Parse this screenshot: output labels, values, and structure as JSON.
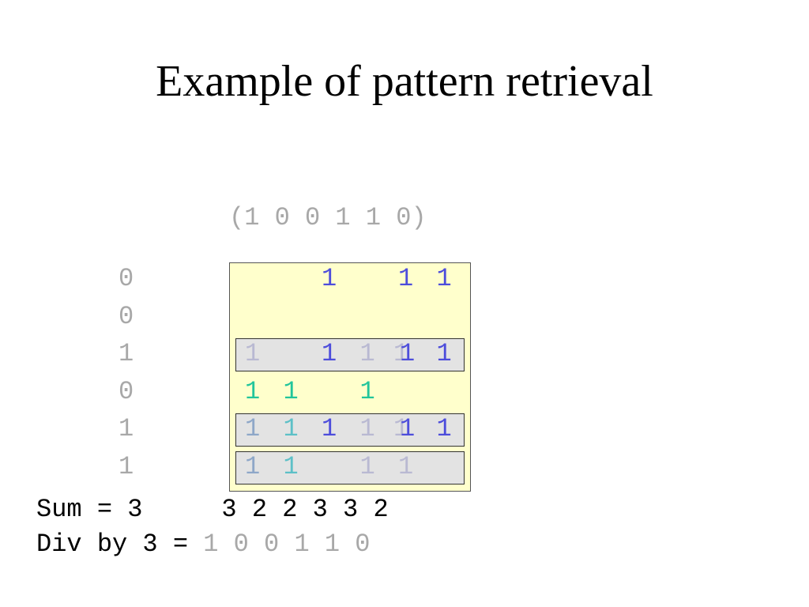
{
  "title": "Example of pattern retrieval",
  "input_vector": "(1 0 0 1 1 0)",
  "left_vector": [
    "0",
    "0",
    "1",
    "0",
    "1",
    "1"
  ],
  "matrix_cells": [
    {
      "row": 0,
      "col": 2,
      "text": "1",
      "tone": "blue"
    },
    {
      "row": 0,
      "col": 4,
      "text": "1",
      "tone": "blue"
    },
    {
      "row": 0,
      "col": 5,
      "text": "1",
      "tone": "blue"
    },
    {
      "row": 2,
      "col": 0,
      "text": "1",
      "tone": "gray"
    },
    {
      "row": 2,
      "col": 2,
      "text": "1",
      "tone": "blue"
    },
    {
      "row": 2,
      "col": 3,
      "text": "1",
      "tone": "gray"
    },
    {
      "row": 2,
      "col": 4,
      "text": "1",
      "tone": "overlap"
    },
    {
      "row": 2,
      "col": 5,
      "text": "1",
      "tone": "blue"
    },
    {
      "row": 3,
      "col": 0,
      "text": "1",
      "tone": "green"
    },
    {
      "row": 3,
      "col": 1,
      "text": "1",
      "tone": "green"
    },
    {
      "row": 3,
      "col": 3,
      "text": "1",
      "tone": "green"
    },
    {
      "row": 4,
      "col": 0,
      "text": "1",
      "tone": "graybl"
    },
    {
      "row": 4,
      "col": 1,
      "text": "1",
      "tone": "teal"
    },
    {
      "row": 4,
      "col": 2,
      "text": "1",
      "tone": "blue"
    },
    {
      "row": 4,
      "col": 3,
      "text": "1",
      "tone": "gray"
    },
    {
      "row": 4,
      "col": 4,
      "text": "1",
      "tone": "overlap"
    },
    {
      "row": 4,
      "col": 5,
      "text": "1",
      "tone": "blue"
    },
    {
      "row": 5,
      "col": 0,
      "text": "1",
      "tone": "graybl"
    },
    {
      "row": 5,
      "col": 1,
      "text": "1",
      "tone": "teal"
    },
    {
      "row": 5,
      "col": 3,
      "text": "1",
      "tone": "gray"
    },
    {
      "row": 5,
      "col": 4,
      "text": "1",
      "tone": "gray"
    }
  ],
  "highlighted_rows": [
    2,
    4,
    5
  ],
  "sum_label": "Sum = 3",
  "sum_values": "3 2 2 3 3 2",
  "div_label": "Div by 3 = ",
  "div_values": "1 0 0 1 1 0",
  "colors": {
    "blue": "#4d4ddb",
    "gray": "#b9b9d2",
    "green": "#22c59b",
    "teal": "#5dc0c7",
    "graybl": "#8ea7c8",
    "matrix_bg": "#ffffcc",
    "highlight_bg": "#e3e3e3"
  }
}
